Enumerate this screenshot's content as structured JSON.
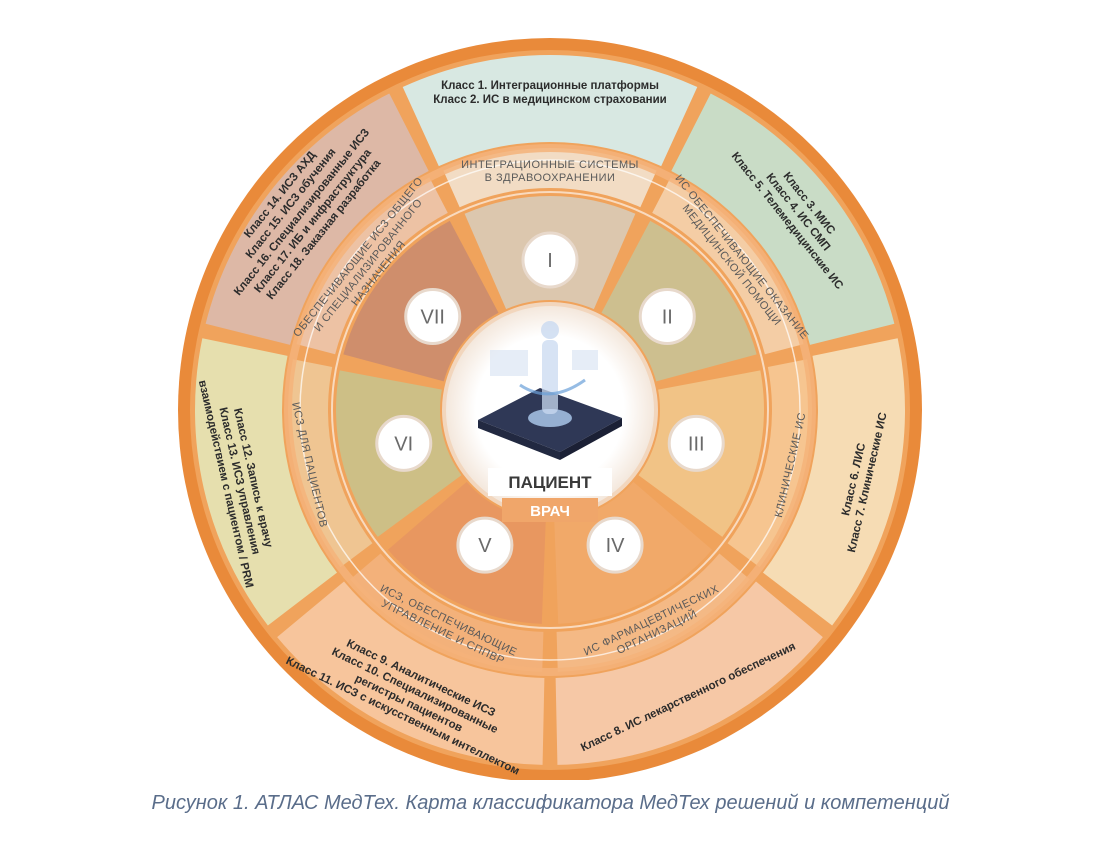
{
  "caption": "Рисунок 1. АТЛАС МедТех. Карта классификатора МедТех решений и компетенций",
  "center": {
    "top": "ПАЦИЕНТ",
    "bottom": "ВРАЧ"
  },
  "groups": [
    {
      "numeral": "I",
      "label": [
        "ИНТЕГРАЦИОННЫЕ СИСТЕМЫ",
        "В ЗДРАВООХРАНЕНИИ"
      ],
      "classes": [
        "Класс 1. Интеграционные платформы",
        "Класс 2. ИС в медицинском страховании"
      ],
      "outer_color": "#d8e8e2"
    },
    {
      "numeral": "II",
      "label": [
        "ИС ОБЕСПЕЧИВАЮЩИЕ ОКАЗАНИЕ",
        "МЕДИЦИНСКОЙ ПОМОЩИ"
      ],
      "classes": [
        "Класс 3. МИС",
        "Класс 4. ИС СМП",
        "Класс 5. Телемедицинские ИС"
      ],
      "outer_color": "#c9dcc6"
    },
    {
      "numeral": "III",
      "label": [
        "КЛИНИЧЕСКИЕ ИС"
      ],
      "classes": [
        "Класс 6. ЛИС",
        "Класс 7. Клинические ИС"
      ],
      "outer_color": "#f6dcb4"
    },
    {
      "numeral": "IV",
      "label": [
        "ИС ФАРМАЦЕВТИЧЕСКИХ",
        "ОРГАНИЗАЦИЙ"
      ],
      "classes": [
        "Класс 8. ИС лекарственного обеспечения"
      ],
      "outer_color": "#f6c8a6"
    },
    {
      "numeral": "V",
      "label": [
        "ИСЗ, ОБЕСПЕЧИВАЮЩИЕ",
        "УПРАВЛЕНИЕ И СППВР"
      ],
      "classes": [
        "Класс 9. Аналитические ИСЗ",
        "Класс 10. Специализированные",
        "регистры пациентов",
        "Класс 11. ИСЗ с искусственным интеллектом"
      ],
      "outer_color": "#f7c59c"
    },
    {
      "numeral": "VI",
      "label": [
        "ИСЗ ДЛЯ ПАЦИЕНТОВ"
      ],
      "classes": [
        "Класс 12. Запись к врачу",
        "Класс 13. ИСЗ управления",
        "взаимодействием с пациентом / PRM"
      ],
      "outer_color": "#e6dfae"
    },
    {
      "numeral": "VII",
      "label": [
        "ОБЕСПЕЧИВАЮЩИЕ ИСЗ ОБЩЕГО",
        "И СПЕЦИАЛИЗИРОВАННОГО",
        "НАЗНАЧЕНИЯ"
      ],
      "classes": [
        "Класс 14. ИСЗ АХД",
        "Класс 15. ИСЗ обучения",
        "Класс 16. Специализированные ИСЗ",
        "Класс 17. ИБ и инфраструктура",
        "Класс 18. Заказная разработка"
      ],
      "outer_color": "#ddb8a6"
    }
  ],
  "colors": {
    "ring_orange": "#ee8f3c",
    "ring_dark": "#e07a2a",
    "inner_ring": "#f3b070"
  }
}
